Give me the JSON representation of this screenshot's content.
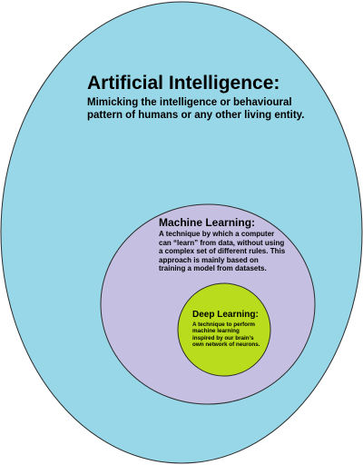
{
  "colors": {
    "ai_fill": "#98d7e8",
    "ml_fill": "#c5bfe2",
    "dl_fill": "#b9dd1c",
    "outline": "#2b2b2b"
  },
  "ai": {
    "title": "Artificial Intelligence:",
    "description": "Mimicking the intelligence or behavioural pattern of humans or any other living entity."
  },
  "ml": {
    "title": "Machine Learning:",
    "description": "A technique by which a computer can “learn” from data, without using a complex set of different rules. This approach is mainly based on training a model from datasets."
  },
  "dl": {
    "title": "Deep Learning:",
    "description": "A technique to perform machine learning inspired by our brain’s own network of neurons."
  }
}
